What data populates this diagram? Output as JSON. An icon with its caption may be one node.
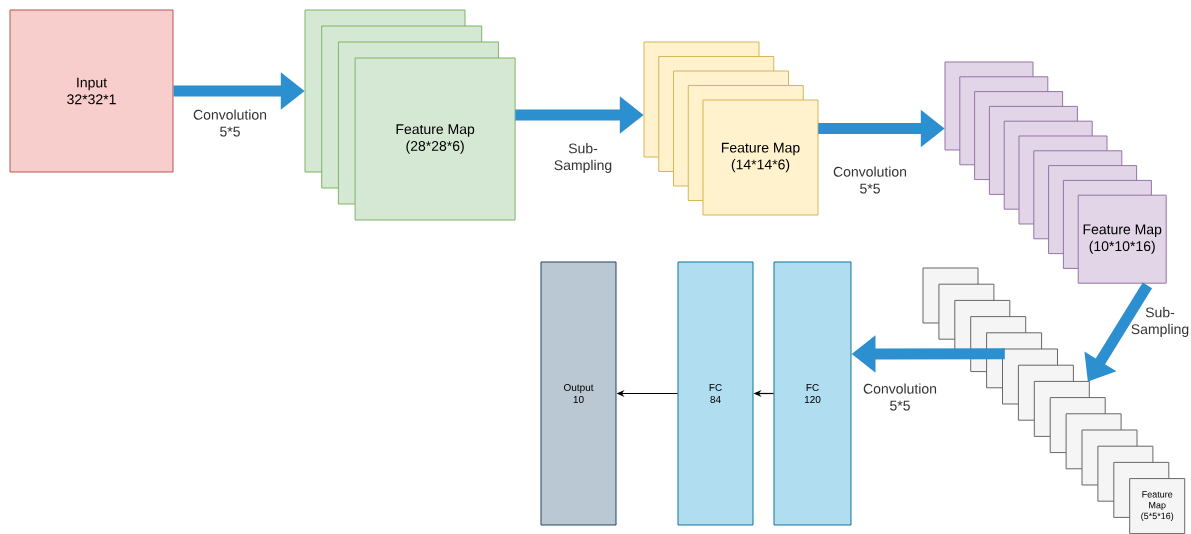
{
  "diagram": {
    "nodes": [
      {
        "text": [
          "Input 32*32*1"
        ]
      },
      {
        "text": [
          "Feature Map (28*28*6)"
        ]
      },
      {
        "text": [
          "Feature Map (14*14*6)"
        ]
      },
      {
        "text": [
          "Feature Map (10*10*16)"
        ]
      },
      {
        "text": [
          "Feature Map (5*5*16)"
        ]
      },
      {
        "text": [
          "FC 120"
        ]
      },
      {
        "text": [
          "FC 84"
        ]
      },
      {
        "text": [
          "Output 10"
        ]
      }
    ],
    "edges": [
      {
        "from": 0,
        "to": 1,
        "arrow": "to",
        "label": "Convolution 5*5"
      },
      {
        "from": 1,
        "to": 2,
        "arrow": "to",
        "label": "Sub-Sampling"
      },
      {
        "from": 2,
        "to": 3,
        "arrow": "to",
        "label": "Convolution 5*5"
      },
      {
        "from": 3,
        "to": 4,
        "arrow": "to",
        "label": "Sub-Sampling"
      },
      {
        "from": 4,
        "to": 5,
        "arrow": "to",
        "label": "Convolution 5*5"
      },
      {
        "from": 5,
        "to": 6,
        "arrow": "to",
        "color": "#000000"
      },
      {
        "from": 6,
        "to": 7,
        "arrow": "to",
        "color": "#000000"
      }
    ]
  }
}
